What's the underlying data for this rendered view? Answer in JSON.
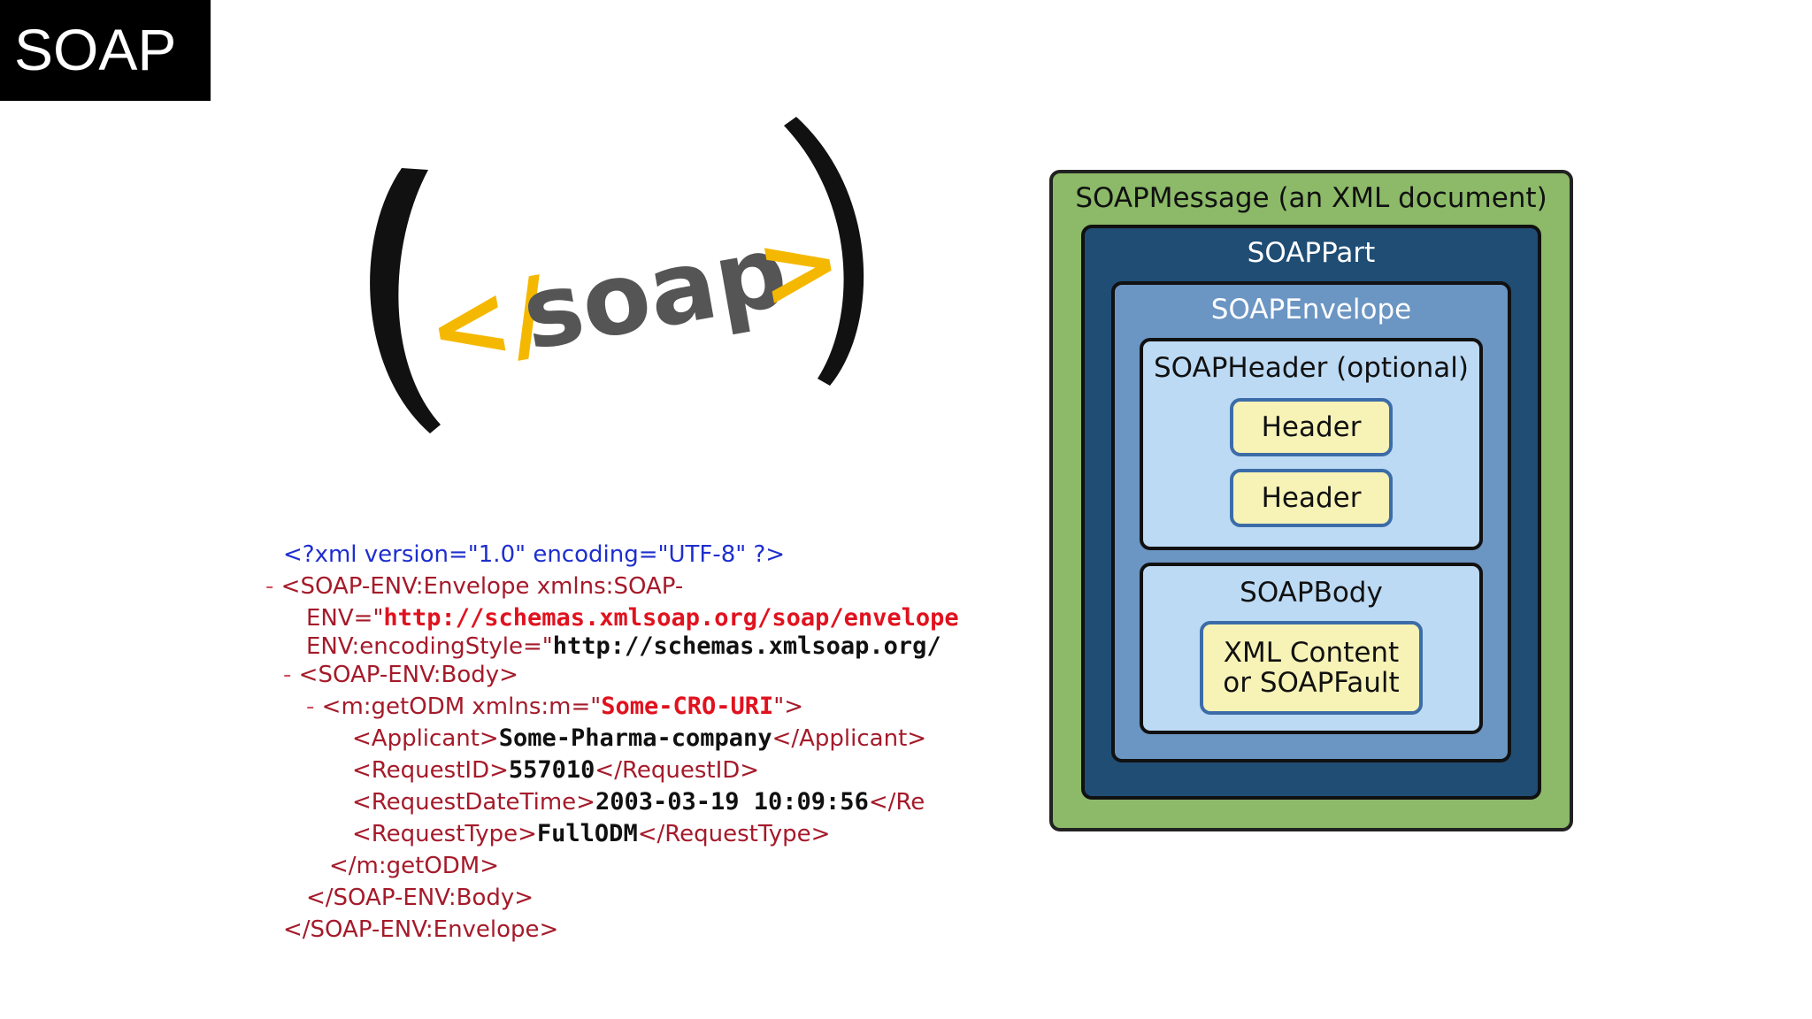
{
  "slide": {
    "title": "SOAP"
  },
  "logo": {
    "open_bracket": "</",
    "word": "soap",
    "close_bracket": ">",
    "accent_color": "#f5b800",
    "text_color": "#555555"
  },
  "code": {
    "line1": "<?xml version=\"1.0\" encoding=\"UTF-8\" ?>",
    "line2_minus": "-",
    "line2_tag": "<SOAP-ENV:Envelope",
    "line2_attr": "xmlns:SOAP-",
    "line3_attr": "ENV=\"",
    "line3_url": "http://schemas.xmlsoap.org/soap/envelope",
    "line4_attr": "ENV:encodingStyle=\"",
    "line4_url": "http://schemas.xmlsoap.org/",
    "line5_minus": "-",
    "line5_tag": "<SOAP-ENV:Body>",
    "line6_minus": "-",
    "line6_tag": "<m:getODM xmlns:m=\"",
    "line6_val": "Some-CRO-URI",
    "line6_end": "\">",
    "line7_open": "<Applicant>",
    "line7_val": "Some-Pharma-company",
    "line7_close": "</Applicant>",
    "line8_open": "<RequestID>",
    "line8_val": "557010",
    "line8_close": "</RequestID>",
    "line9_open": "<RequestDateTime>",
    "line9_val": "2003-03-19 10:09:56",
    "line9_close": "</Re",
    "line10_open": "<RequestType>",
    "line10_val": "FullODM",
    "line10_close": "</RequestType>",
    "line11": "</m:getODM>",
    "line12": "</SOAP-ENV:Body>",
    "line13": "</SOAP-ENV:Envelope>"
  },
  "diagram": {
    "message_label": "SOAPMessage (an XML document)",
    "part_label": "SOAPPart",
    "envelope_label": "SOAPEnvelope",
    "header_label": "SOAPHeader (optional)",
    "header_items": [
      "Header",
      "Header"
    ],
    "body_label": "SOAPBody",
    "content_line1": "XML Content",
    "content_line2": "or SOAPFault",
    "colors": {
      "message": "#8cba68",
      "part": "#1f4d74",
      "envelope": "#6b95c2",
      "inner": "#bcdaf4",
      "pill": "#f7f3b6"
    }
  }
}
